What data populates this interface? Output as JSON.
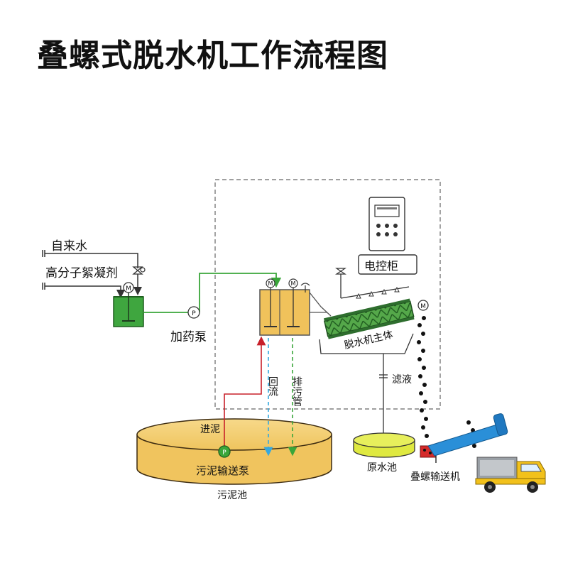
{
  "title": "叠螺式脱水机工作流程图",
  "labels": {
    "tap_water": "自来水",
    "polymer": "高分子絮凝剂",
    "dosing_pump": "加药泵",
    "control_cabinet": "电控柜",
    "main_body": "脱水机主体",
    "filtrate": "滤液",
    "return_flow": "回流",
    "discharge": "排污管",
    "sludge_in": "进泥",
    "sludge_pump": "污泥输送泵",
    "sludge_tank": "污泥池",
    "raw_water_tank": "原水池",
    "screw_conveyor": "叠螺输送机",
    "motor_symbol": "M",
    "pump_symbol": "P"
  },
  "colors": {
    "green_line": "#3aa63a",
    "red_line": "#c8202a",
    "blue_dash": "#35a8df",
    "green_dash": "#3aa63a",
    "tank_fill": "#f4cf73",
    "tank_stroke": "#3b2a10",
    "mix_tank": "#3fa63f",
    "raw_tank": "#dfe940",
    "conveyor_blue": "#2a8fd8"
  }
}
